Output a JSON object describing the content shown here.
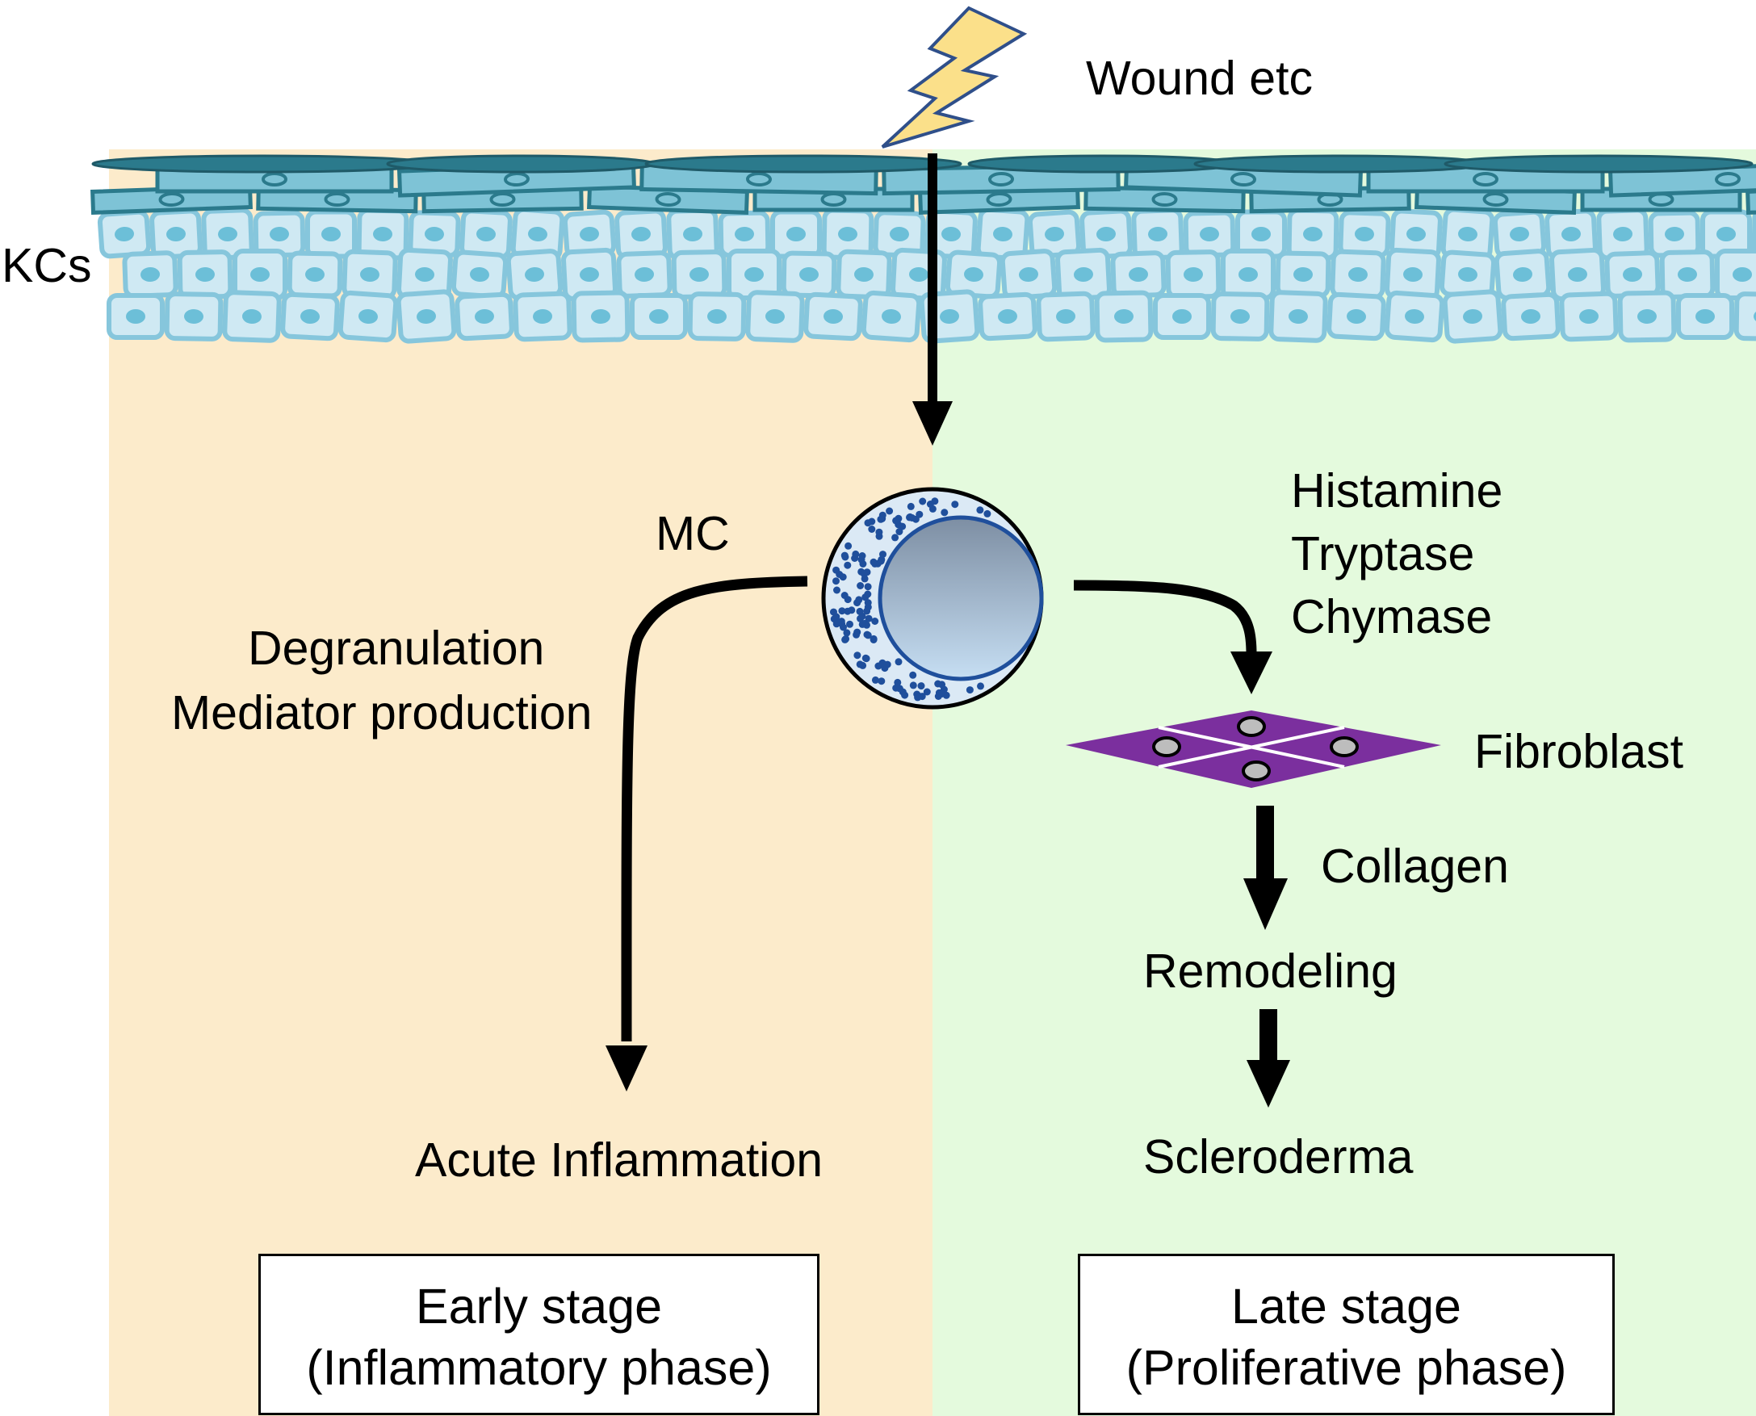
{
  "trigger": {
    "label": "Wound etc"
  },
  "skin": {
    "label": "KCs"
  },
  "mast_cell": {
    "label": "MC",
    "left_process": [
      "Degranulation",
      "Mediator production"
    ],
    "mediators": [
      "Histamine",
      "Tryptase",
      "Chymase"
    ]
  },
  "fibroblast": {
    "label": "Fibroblast"
  },
  "left_outcome": "Acute Inflammation",
  "right_pathway": {
    "step1": "Collagen",
    "step2": "Remodeling",
    "step3": "Scleroderma"
  },
  "stages": {
    "early": {
      "title": "Early stage",
      "subtitle": "(Inflammatory phase)"
    },
    "late": {
      "title": "Late stage",
      "subtitle": "(Proliferative phase)"
    }
  },
  "colors": {
    "early_bg": "#fcebcb",
    "late_bg": "#e4fadd",
    "skin_dark": "#2b7a8c",
    "skin_light": "#cfe9f3",
    "granule": "#1f4f9c",
    "fibroblast": "#7b2f9e",
    "lightning": "#fbe08a"
  }
}
